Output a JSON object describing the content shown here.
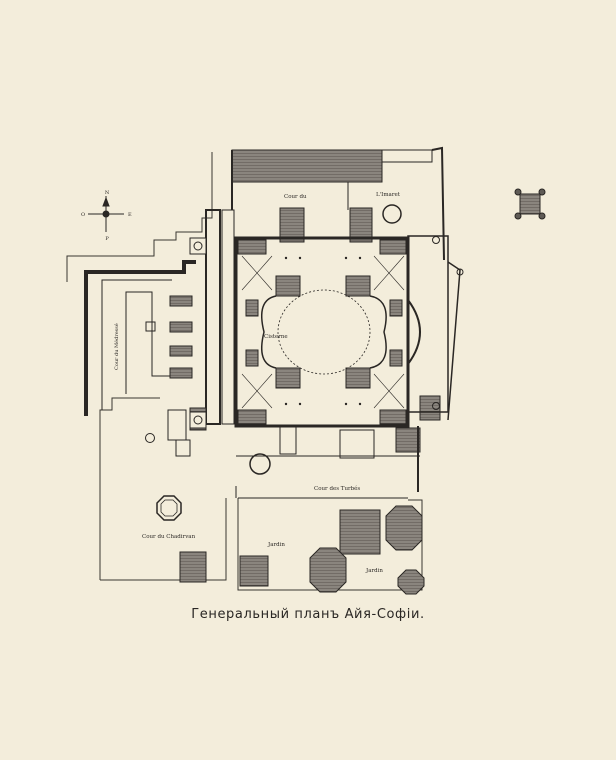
{
  "compass": {
    "north": "N",
    "south": "P",
    "east": "E",
    "west": "O"
  },
  "labels": {
    "cour_du_top": "Cour du",
    "imaret": "L'Imaret",
    "cisterne": "Cisterne",
    "cour_du_medresse": "Cour du Médressé",
    "cour_des_turbes": "Cour des Turbés",
    "cour_du_chadirvan": "Cour du Chadirvan",
    "jardin_left": "Jardin",
    "jardin_right": "Jardin"
  },
  "caption": "Генеральный планъ Айя-Софіи.",
  "colors": {
    "paper": "#f3eddb",
    "ink": "#2a2724",
    "wall_fill": "#7e7a74",
    "hatch": "#5f5b56"
  }
}
